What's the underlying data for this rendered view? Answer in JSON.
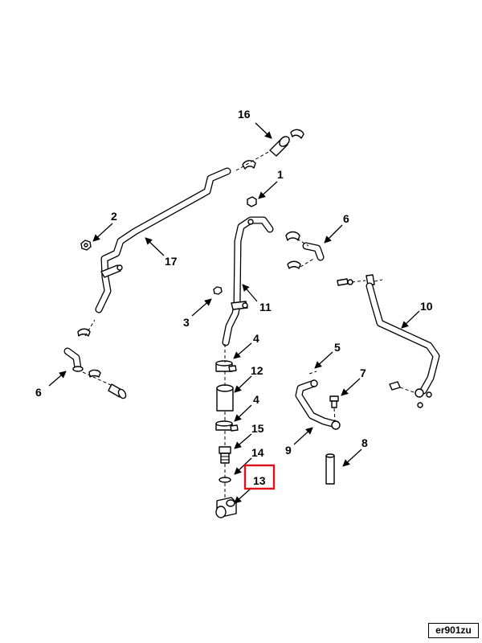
{
  "diagram": {
    "callouts": [
      "16",
      "1",
      "2",
      "6",
      "17",
      "11",
      "3",
      "10",
      "4",
      "12",
      "5",
      "7",
      "6",
      "4",
      "9",
      "15",
      "8",
      "14",
      "13"
    ],
    "highlighted_callout": "13",
    "highlight_color": "#e0101a",
    "reference_code": "er901zu"
  }
}
